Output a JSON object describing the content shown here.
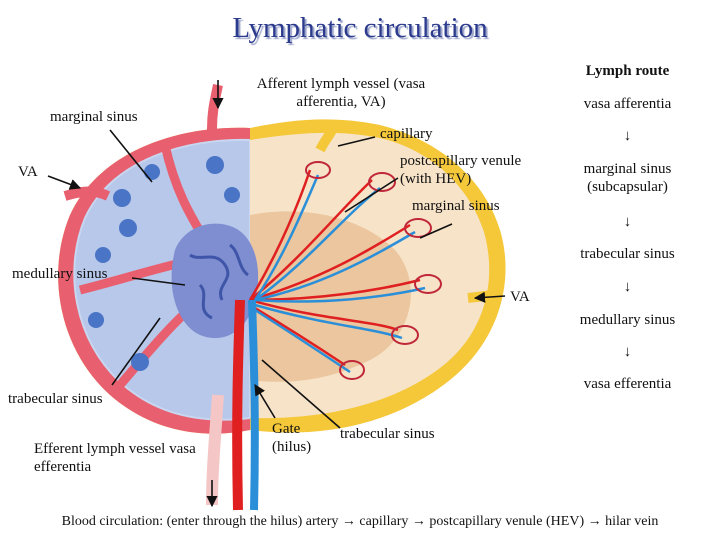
{
  "title": "Lymphatic circulation",
  "labels": {
    "afferent_vessel": "Afferent lymph vessel (vasa afferentia, VA)",
    "marginal_sinus_left": "marginal sinus",
    "capillary": "capillary",
    "postcapillary_venule": "postcapillary venule (with HEV)",
    "marginal_sinus_right": "marginal sinus",
    "va_left": "VA",
    "va_right": "VA",
    "medullary_sinus": "medullary sinus",
    "trabecular_sinus_left": "trabecular sinus",
    "trabecular_sinus_bottom": "trabecular sinus",
    "efferent_vessel": "Efferent lymph vessel vasa efferentia",
    "gate_hilus": "Gate (hilus)"
  },
  "lymph_route": {
    "heading": "Lymph route",
    "steps": [
      "vasa afferentia",
      "marginal sinus (subcapsular)",
      "trabecular sinus",
      "medullary sinus",
      "vasa efferentia"
    ],
    "arrow": "↓"
  },
  "footer": "Blood circulation: (enter through the hilus) artery → capillary → postcapillary venule (HEV) → hilar vein",
  "colors": {
    "title": "#2b3a8c",
    "capsule": "#e8606f",
    "cortex": "#b7c8ea",
    "nodule": "#4a74c5",
    "germinal": "#3f55a8",
    "artery": "#e02020",
    "vein": "#2a8fd8",
    "lymph_vessel": "#f5c83a",
    "paracortex": "#f6e3c8"
  }
}
